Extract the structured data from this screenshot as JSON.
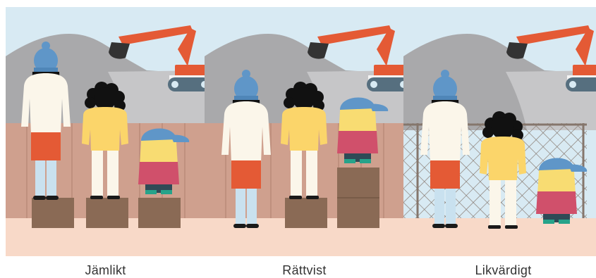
{
  "panels": [
    {
      "id": "equality",
      "caption": "Jämlikt"
    },
    {
      "id": "justice",
      "caption": "Rättvist"
    },
    {
      "id": "equity",
      "caption": "Likvärdigt"
    }
  ],
  "colors": {
    "sky": "#d8eaf3",
    "mountain": "#a9a9ab",
    "field": "#c6c6c8",
    "fence": "#cfa08e",
    "ground": "#f8d9c8",
    "box": "#8a6a55",
    "excavator": "#e45a35",
    "tracks": "#566f7f",
    "hat": "#5f96c8",
    "coat": "#fbf6ea",
    "skirt": "#e45a35",
    "sweater": "#fbd56a",
    "jacket": "#d0506b",
    "hair_black": "#111111",
    "hair_blond": "#f8dc72",
    "chain_link": "#85766c"
  }
}
